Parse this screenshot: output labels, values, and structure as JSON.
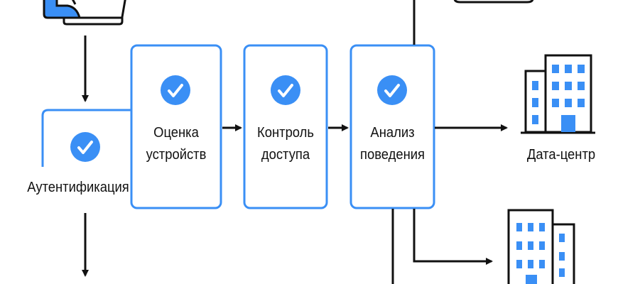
{
  "nodes": {
    "auth": "Аутентификация",
    "device_line1": "Оценка",
    "device_line2": "устройств",
    "access_line1": "Контроль",
    "access_line2": "доступа",
    "behavior_line1": "Анализ",
    "behavior_line2": "поведения",
    "datacenter": "Дата-центр"
  },
  "colors": {
    "accent": "#3a8ff5",
    "stroke": "#111111"
  }
}
